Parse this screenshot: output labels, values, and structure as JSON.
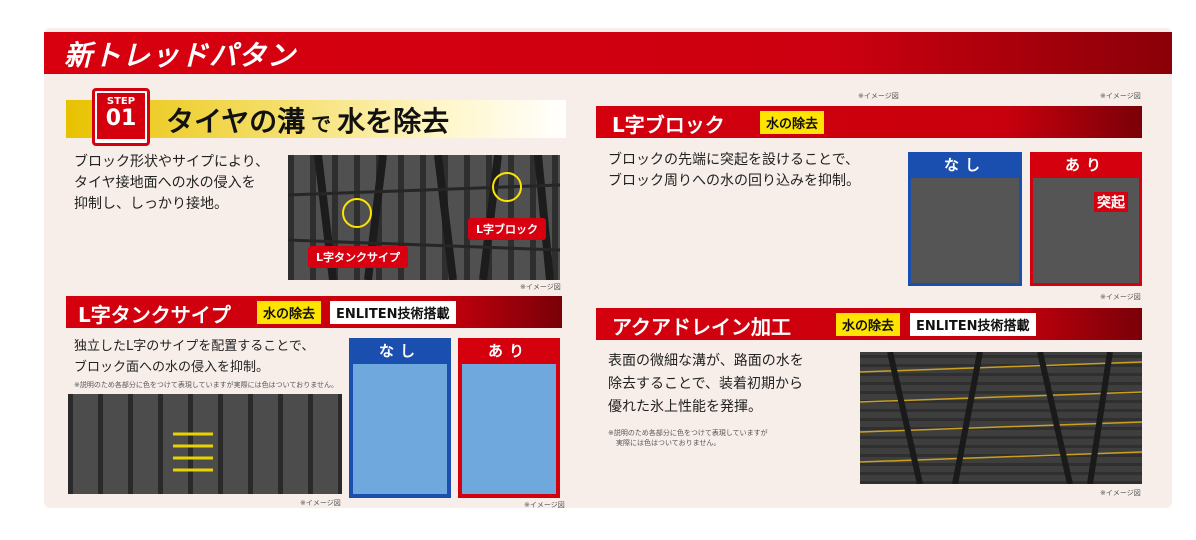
{
  "header": {
    "title": "新トレッドパタン"
  },
  "step": {
    "label": "STEP",
    "number": "01",
    "title_part1": "タイヤの溝",
    "title_part2": "で",
    "title_part3": "水を除去",
    "body": [
      "ブロック形状やサイプにより、",
      "タイヤ接地面への水の侵入を",
      "抑制し、しっかり接地。"
    ],
    "callout_left": "L字タンクサイプ",
    "callout_right": "L字ブロック",
    "img_note": "※イメージ図"
  },
  "lsipe": {
    "title": "L字タンクサイプ",
    "tag1": "水の除去",
    "tag2": "ENLITEN技術搭載",
    "body": [
      "独立したL字のサイプを配置することで、",
      "ブロック面への水の侵入を抑制。"
    ],
    "note": "※説明のため各部分に色をつけて表現していますが実際には色はついておりません。",
    "compare_none": "なし",
    "compare_with": "あり",
    "img_note": "※イメージ図"
  },
  "lblock": {
    "title": "L字ブロック",
    "tag1": "水の除去",
    "body": [
      "ブロックの先端に突起を設けることで、",
      "ブロック周りへの水の回り込みを抑制。"
    ],
    "compare_none": "なし",
    "compare_with": "あり",
    "protrusion": "突起",
    "img_note": "※イメージ図",
    "top_note_1": "※イメージ図",
    "top_note_2": "※イメージ図"
  },
  "aqua": {
    "title": "アクアドレイン加工",
    "tag1": "水の除去",
    "tag2": "ENLITEN技術搭載",
    "body": [
      "表面の微細な溝が、路面の水を",
      "除去することで、装着初期から",
      "優れた氷上性能を発揮。"
    ],
    "note": [
      "※説明のため各部分に色をつけて表現していますが",
      "実際には色はついておりません。"
    ],
    "img_note": "※イメージ図"
  },
  "colors": {
    "red": "#d4000e",
    "yellow": "#ffe400",
    "blue": "#1a4fb0",
    "gold": "#e8b800"
  }
}
